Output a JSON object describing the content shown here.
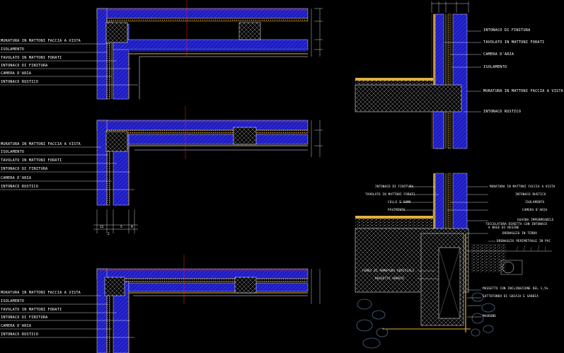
{
  "colors": {
    "background": "#000000",
    "brick": "#2222cc",
    "brick_hatch": "#6b6bff",
    "insulation": "#e0b040",
    "cavity_line": "#ffffff",
    "wire": "#ff2020",
    "dim": "#ffffff",
    "gravel": "#b0b0b0",
    "ground": "#4e6a8a"
  },
  "details": {
    "top": {
      "labels": [
        "MURATURA IN MATTONI FACCIA A VISTA",
        "ISOLAMENTO",
        "TAVOLATO IN MATTONI FORATI",
        "INTONACO DI FINITURA",
        "CAMERA D'ARIA",
        "INTONACO RUSTICO"
      ]
    },
    "mid": {
      "labels": [
        "MURATURA IN MATTONI FACCIA A VISTA",
        "ISOLAMENTO",
        "TAVOLATO IN MATTONI FORATI",
        "INTONACO DI FINITURA",
        "CAMERA D'ARIA",
        "INTONACO RUSTICO"
      ]
    },
    "bottom": {
      "labels": [
        "MURATURA IN MATTONI FACCIA A VISTA",
        "ISOLAMENTO",
        "TAVOLATO IN MATTONI FORATI",
        "INTONACO DI FINITURA",
        "CAMERA D'ARIA",
        "INTONACO RUSTICO"
      ]
    }
  },
  "section_upper": {
    "labels": [
      "INTONACO DI FINITURA",
      "TAVOLATO IN MATTONI FORATI",
      "CAMERA D'ARIA",
      "ISOLAMENTO",
      "MURATURA IN MATTONI FACCIA A VISTA",
      "INTONACO RUSTICO"
    ]
  },
  "section_lower": {
    "left_labels": [
      "INTONACO DI FINITURA",
      "TAVOLATO IN MATTONI FORATI",
      "COLLE E SUMO",
      "PAVIMENTO"
    ],
    "right_labels": [
      "MURATURA IN MATTONI FACCIA A VISTA",
      "INTONACO RUSTICO",
      "ISOLAMENTO",
      "CAMERA D'ARIA",
      "GUAINA IMPERMEABILE",
      "TOCCOLATURA DIRETTA CON INTONACO",
      "A BASE DI RESINE",
      "DRENAGGIO IN TERRA",
      "DRENAGGIO PERIMETRALE IN PVC",
      "MASSETTO CON INCLINAZIONE DEL 1,5%",
      "SOTTOFONDO DI GHIAIA E SABBIA",
      "MAGRONE"
    ],
    "inner_labels": [
      "FERRI DI ARMATURA VERTICALI",
      "MASSETTO ARMATO"
    ]
  },
  "dimensions": {
    "d12": "12",
    "d2": "2",
    "d5": "5",
    "d8": "8"
  }
}
